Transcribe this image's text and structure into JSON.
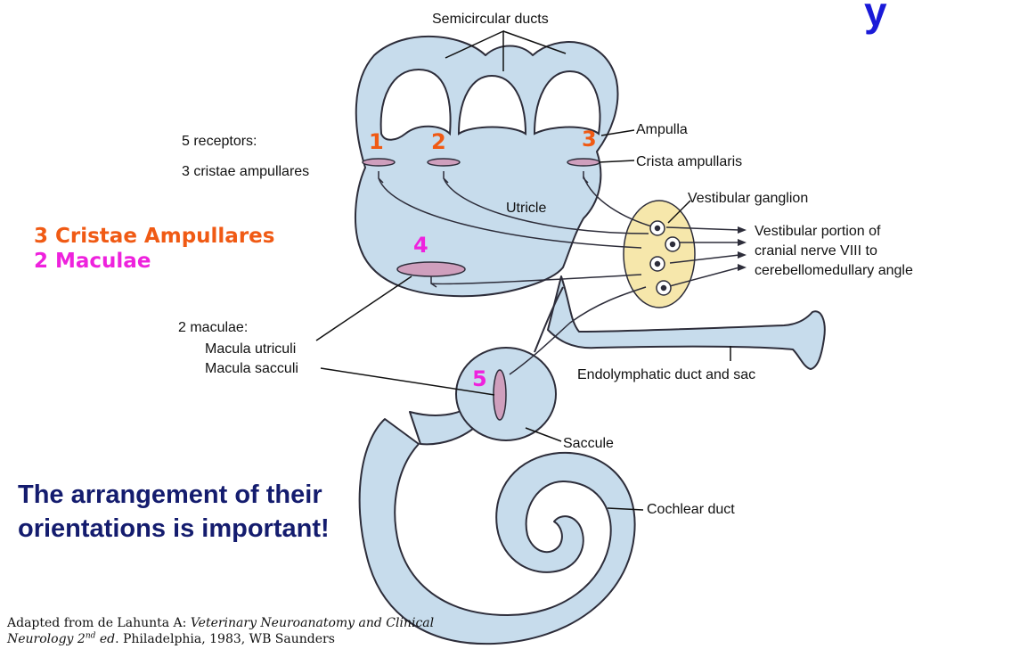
{
  "title_fragment": "y",
  "colors": {
    "organ_fill": "#c7dcec",
    "organ_stroke": "#2d2d3a",
    "receptor_fill": "#cf9fbd",
    "ganglion_fill": "#f6e7ab",
    "orange": "#f05a14",
    "magenta": "#ee22dd",
    "callout": "#141c6e"
  },
  "labels": {
    "semicircular_ducts": "Semicircular ducts",
    "ampulla": "Ampulla",
    "crista_ampullaris": "Crista ampullaris",
    "vestibular_ganglion": "Vestibular ganglion",
    "utricle": "Utricle",
    "vestibular_portion_1": "Vestibular portion of",
    "vestibular_portion_2": "cranial nerve VIII to",
    "vestibular_portion_3": "cerebellomedullary angle",
    "endolymphatic": "Endolymphatic duct and sac",
    "saccule": "Saccule",
    "cochlear_duct": "Cochlear duct",
    "receptors_5": "5 receptors:",
    "cristae_3": "3 cristae ampullares",
    "maculae_2": "2 maculae:",
    "macula_utriculi": "Macula utriculi",
    "macula_sacculi": "Macula sacculi"
  },
  "numbers": [
    "1",
    "2",
    "3",
    "4",
    "5"
  ],
  "side_legend": {
    "cristae": "3 Cristae Ampullares",
    "maculae": "2 Maculae"
  },
  "callout": {
    "line1": "The arrangement of their",
    "line2": "orientations is important!"
  },
  "credit": {
    "line1_prefix": "Adapted from de Lahunta A: ",
    "line1_italic": "Veterinary Neuroanatomy and Clinical",
    "line2_italic_a": "Neurology 2",
    "line2_sup": "nd",
    "line2_italic_b": " ed",
    "line2_rest": ". Philadelphia, 1983, WB Saunders"
  }
}
